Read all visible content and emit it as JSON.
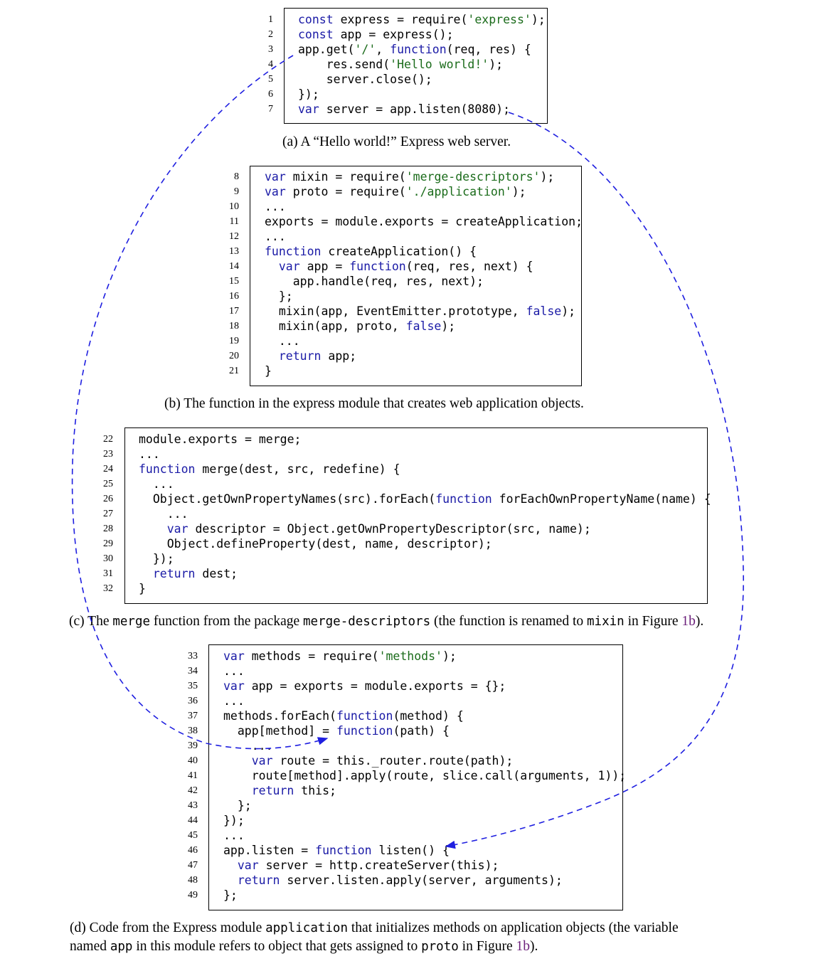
{
  "panels": [
    {
      "id": "a",
      "lines": [
        {
          "n": "1",
          "t": "const express = require('express');"
        },
        {
          "n": "2",
          "t": "const app = express();"
        },
        {
          "n": "3",
          "t": "app.get('/', function(req, res) {"
        },
        {
          "n": "4",
          "t": "    res.send('Hello world!');"
        },
        {
          "n": "5",
          "t": "    server.close();"
        },
        {
          "n": "6",
          "t": "});"
        },
        {
          "n": "7",
          "t": "var server = app.listen(8080);"
        }
      ],
      "caption": [
        {
          "t": "(a) A “Hello world!” Express web server."
        }
      ]
    },
    {
      "id": "b",
      "lines": [
        {
          "n": "8",
          "t": "var mixin = require('merge-descriptors');"
        },
        {
          "n": "9",
          "t": "var proto = require('./application');"
        },
        {
          "n": "10",
          "t": "..."
        },
        {
          "n": "11",
          "t": "exports = module.exports = createApplication;"
        },
        {
          "n": "12",
          "t": "..."
        },
        {
          "n": "13",
          "t": "function createApplication() {"
        },
        {
          "n": "14",
          "t": "  var app = function(req, res, next) {"
        },
        {
          "n": "15",
          "t": "    app.handle(req, res, next);"
        },
        {
          "n": "16",
          "t": "  };"
        },
        {
          "n": "17",
          "t": "  mixin(app, EventEmitter.prototype, false);"
        },
        {
          "n": "18",
          "t": "  mixin(app, proto, false);"
        },
        {
          "n": "19",
          "t": "  ..."
        },
        {
          "n": "20",
          "t": "  return app;"
        },
        {
          "n": "21",
          "t": "}"
        }
      ],
      "caption": [
        {
          "t": "(b) The function in the express module that creates web application objects."
        }
      ]
    },
    {
      "id": "c",
      "lines": [
        {
          "n": "22",
          "t": "module.exports = merge;"
        },
        {
          "n": "23",
          "t": "..."
        },
        {
          "n": "24",
          "t": "function merge(dest, src, redefine) {"
        },
        {
          "n": "25",
          "t": "  ..."
        },
        {
          "n": "26",
          "t": "  Object.getOwnPropertyNames(src).forEach(function forEachOwnPropertyName(name) {"
        },
        {
          "n": "27",
          "t": "    ..."
        },
        {
          "n": "28",
          "t": "    var descriptor = Object.getOwnPropertyDescriptor(src, name);"
        },
        {
          "n": "29",
          "t": "    Object.defineProperty(dest, name, descriptor);"
        },
        {
          "n": "30",
          "t": "  });"
        },
        {
          "n": "31",
          "t": "  return dest;"
        },
        {
          "n": "32",
          "t": "}"
        }
      ],
      "caption": [
        {
          "t": "(c) The "
        },
        {
          "t": "merge",
          "mono": true
        },
        {
          "t": " function from the package "
        },
        {
          "t": "merge-descriptors",
          "mono": true
        },
        {
          "t": " (the function is renamed to "
        },
        {
          "t": "mixin",
          "mono": true
        },
        {
          "t": " in Figure "
        },
        {
          "t": "1b",
          "ref": true
        },
        {
          "t": ")."
        }
      ]
    },
    {
      "id": "d",
      "lines": [
        {
          "n": "33",
          "t": "var methods = require('methods');"
        },
        {
          "n": "34",
          "t": "..."
        },
        {
          "n": "35",
          "t": "var app = exports = module.exports = {};"
        },
        {
          "n": "36",
          "t": "..."
        },
        {
          "n": "37",
          "t": "methods.forEach(function(method) {"
        },
        {
          "n": "38",
          "t": "  app[method] = function(path) {"
        },
        {
          "n": "39",
          "t": "    ..."
        },
        {
          "n": "40",
          "t": "    var route = this._router.route(path);"
        },
        {
          "n": "41",
          "t": "    route[method].apply(route, slice.call(arguments, 1));"
        },
        {
          "n": "42",
          "t": "    return this;"
        },
        {
          "n": "43",
          "t": "  };"
        },
        {
          "n": "44",
          "t": "});"
        },
        {
          "n": "45",
          "t": "..."
        },
        {
          "n": "46",
          "t": "app.listen = function listen() {"
        },
        {
          "n": "47",
          "t": "  var server = http.createServer(this);"
        },
        {
          "n": "48",
          "t": "  return server.listen.apply(server, arguments);"
        },
        {
          "n": "49",
          "t": "};"
        }
      ],
      "caption": [
        {
          "t": "(d) Code from the Express module "
        },
        {
          "t": "application",
          "mono": true
        },
        {
          "t": " that initializes methods on application objects (the variable"
        },
        {
          "br": true
        },
        {
          "t": "named "
        },
        {
          "t": "app",
          "mono": true
        },
        {
          "t": " in this module refers to object that gets assigned to "
        },
        {
          "t": "proto",
          "mono": true
        },
        {
          "t": " in Figure "
        },
        {
          "t": "1b",
          "ref": true
        },
        {
          "t": ")."
        }
      ]
    }
  ],
  "colors": {
    "keyword": "#1a1aa6",
    "string": "#1a6b1a",
    "arrow": "#1f1fe0",
    "ref": "#6b1f7a"
  }
}
